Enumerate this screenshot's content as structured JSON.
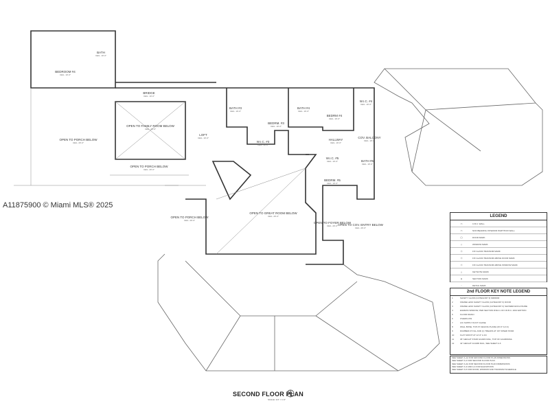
{
  "watermark": "A11875900 © Miami MLS® 2025",
  "title": "SECOND FLOOR PLAN",
  "scale": "SCALE: 1/4\" = 1'-0\"",
  "rooms": [
    {
      "name": "BEDROOM #4",
      "ceil": "CEIL. 10'-0\""
    },
    {
      "name": "BATH",
      "ceil": "CEIL. 10'-0\""
    },
    {
      "name": "BRIDGE",
      "ceil": "CEIL. 10'-0\""
    },
    {
      "name": "OPEN TO FAMILY ROOM BELOW",
      "ceil": "CEIL. 20'-0\""
    },
    {
      "name": "OPEN TO PORCH BELOW",
      "ceil": "CEIL. 20'-0\""
    },
    {
      "name": "OPEN TO PORCH BELOW",
      "ceil": "CEIL. 20'-0\""
    },
    {
      "name": "OPEN TO PORCH BELOW",
      "ceil": "CEIL. 20'-0\""
    },
    {
      "name": "LOFT",
      "ceil": "CEIL. 10'-0\""
    },
    {
      "name": "BATH #3",
      "ceil": "CEIL. 10'-0\""
    },
    {
      "name": "BEDRM. #3",
      "ceil": "CEIL. 10'-0\""
    },
    {
      "name": "W.I.C. #3",
      "ceil": "CEIL. 10'-0\""
    },
    {
      "name": "BATH #4",
      "ceil": "CEIL. 10'-0\""
    },
    {
      "name": "BEDRM #4",
      "ceil": "CEIL. 10'-0\""
    },
    {
      "name": "W.I.C. #4",
      "ceil": "CEIL. 10'-0\""
    },
    {
      "name": "COV. BALCONY",
      "ceil": "CEIL. 10'-0\""
    },
    {
      "name": "HALLWAY",
      "ceil": "CEIL. 10'-0\""
    },
    {
      "name": "W.I.C. #5",
      "ceil": "CEIL. 10'-0\""
    },
    {
      "name": "BATH #5",
      "ceil": "CEIL. 10'-0\""
    },
    {
      "name": "BEDRM. #5",
      "ceil": "CEIL. 10'-0\""
    },
    {
      "name": "OPEN TO GREAT ROOM BELOW",
      "ceil": "CEIL. 20'-0\""
    },
    {
      "name": "OPEN TO FOYER BELOW",
      "ceil": "CEIL. 20'-0\""
    },
    {
      "name": "OPEN TO COV. ENTRY BELOW",
      "ceil": "CEIL. 20'-0\""
    }
  ],
  "legend": {
    "title": "LEGEND",
    "items": [
      "C.B.C. WALL",
      "NON BEARING INTERIOR PARTITION WALL",
      "DOOR MARK",
      "WINDOW MARK",
      "FIX GLASS TRANSOM MARK",
      "FIX GLASS TRANSOM ABOVE DOOR MARK",
      "FIX GLASS TRANSOM ABOVE WINDOW MARK",
      "KEYNOTE MARK",
      "SECTION MARK",
      "DETAIL MARK"
    ]
  },
  "keynotes": {
    "title": "2nd FLOOR KEY NOTE LEGEND",
    "items": [
      {
        "n": "1",
        "text": "SAFETY GLASS (CATEGORY II) MIRROR"
      },
      {
        "n": "2",
        "text": "FRAME LESS SAFETY GLASS (CATEGORY II) DOOR"
      },
      {
        "n": "3",
        "text": "FRAME LESS SAFETY GLASS (CATEGORY II) SHOWER ENCLOSURE"
      },
      {
        "n": "4",
        "text": "EGRESS WINDOW, PER SECTION R310.1 OF F.R.B.C. 2010 EDITION"
      },
      {
        "n": "5",
        "text": "FLOOR DRAIN"
      },
      {
        "n": "6",
        "text": "OVERFLOW"
      },
      {
        "n": "7",
        "text": "A/C SUPPLY DUCT CHASE"
      },
      {
        "n": "8",
        "text": "WALL BOSE, TOP AT CEILING PLANE (20'-0\" A.F.F.)"
      },
      {
        "n": "9",
        "text": "DUMBER AT FILL AND (1) TREADS AT 1ST RISER STAIR"
      },
      {
        "n": "10",
        "text": "FLAT SOFFIT AT 12'-0\" A.F.F."
      },
      {
        "n": "11",
        "text": "36\" HEIGHT STAIR GUARD RAIL, TOP OF GUARDRAIL"
      },
      {
        "n": "12",
        "text": "42\" HEIGHT GUARD RAIL, SEE SHEET A-6"
      }
    ],
    "refs": [
      "SEE SHEET A-1A FOR GROUND FLOOR PLAN DIMENSIONS",
      "SEE SHEET A-2 FOR SECOND FLOOR PLAN",
      "SEE SHEET A-2A FOR SECOND FLOOR PLAN DIMENSIONS",
      "SEE SHEET A-3 AND A-4 FOR ELEVATIONS",
      "SEE SHEET A-5 FOR DOOR, WINDOW AND TRANSOM SCHEDULE"
    ]
  }
}
